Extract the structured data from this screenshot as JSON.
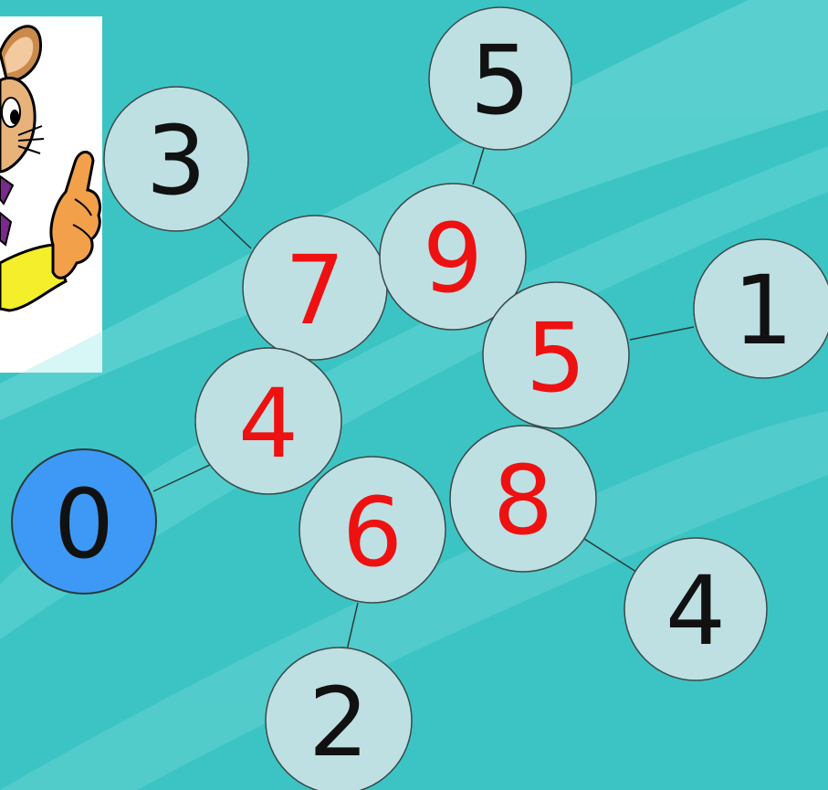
{
  "colors": {
    "background": "#3cc4c4",
    "bubble_fill": "#bfe0e3",
    "bubble_stroke": "#3a4a4a",
    "start_fill": "#3d99f5",
    "given_digit": "#111111",
    "sum_digit": "#ee1111",
    "connector": "#2a3a3a"
  },
  "mascot": {
    "icon": "cartoon-mouse-pointing-icon"
  },
  "start_bubble": {
    "label": "0"
  },
  "given_numbers": [
    {
      "id": "top",
      "label": "5"
    },
    {
      "id": "upper-left",
      "label": "3"
    },
    {
      "id": "right",
      "label": "1"
    },
    {
      "id": "lower-right",
      "label": "4"
    },
    {
      "id": "bottom",
      "label": "2"
    }
  ],
  "sum_numbers": [
    {
      "id": "nine",
      "label": "9"
    },
    {
      "id": "seven",
      "label": "7"
    },
    {
      "id": "five",
      "label": "5"
    },
    {
      "id": "four",
      "label": "4"
    },
    {
      "id": "eight",
      "label": "8"
    },
    {
      "id": "six",
      "label": "6"
    }
  ]
}
